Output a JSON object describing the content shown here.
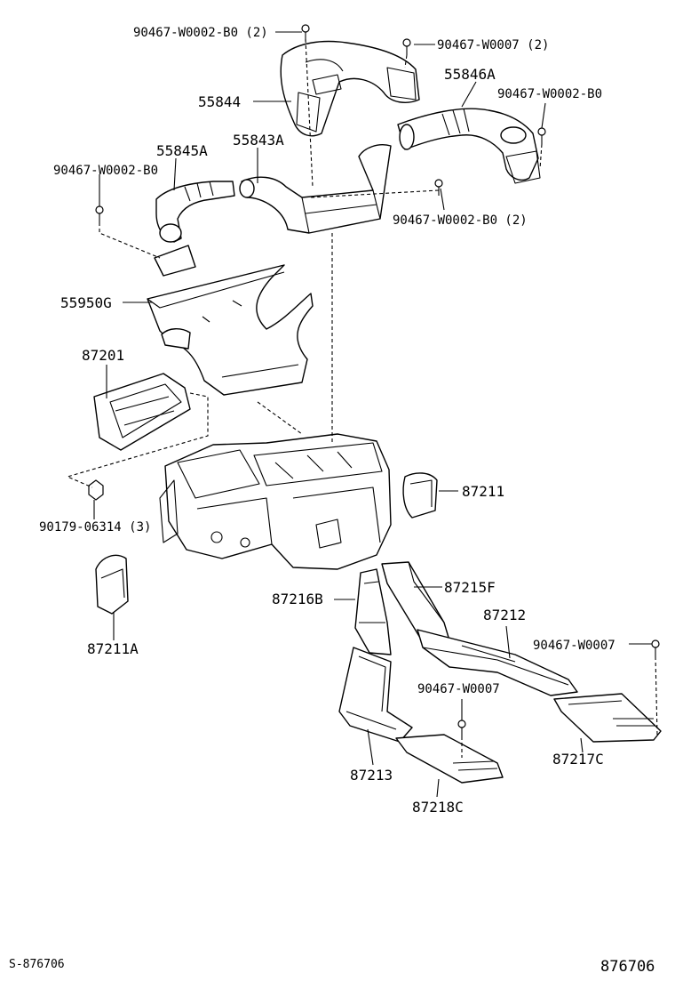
{
  "diagram": {
    "callouts": {
      "c01": "90467-W0002-B0 (2)",
      "c02": "90467-W0007 (2)",
      "c03": "55844",
      "c04": "55846A",
      "c05": "90467-W0002-B0",
      "c06": "55845A",
      "c07": "55843A",
      "c08": "90467-W0002-B0",
      "c09": "90467-W0002-B0 (2)",
      "c10": "55950G",
      "c11": "87201",
      "c12": "87211",
      "c13": "90179-06314 (3)",
      "c14": "87216B",
      "c15": "87215F",
      "c16": "87212",
      "c17": "87211A",
      "c18": "90467-W0007",
      "c19": "90467-W0007",
      "c20": "87213",
      "c21": "87217C",
      "c22": "87218C"
    },
    "footer": {
      "left_code": "S-876706",
      "right_code": "876706"
    }
  }
}
